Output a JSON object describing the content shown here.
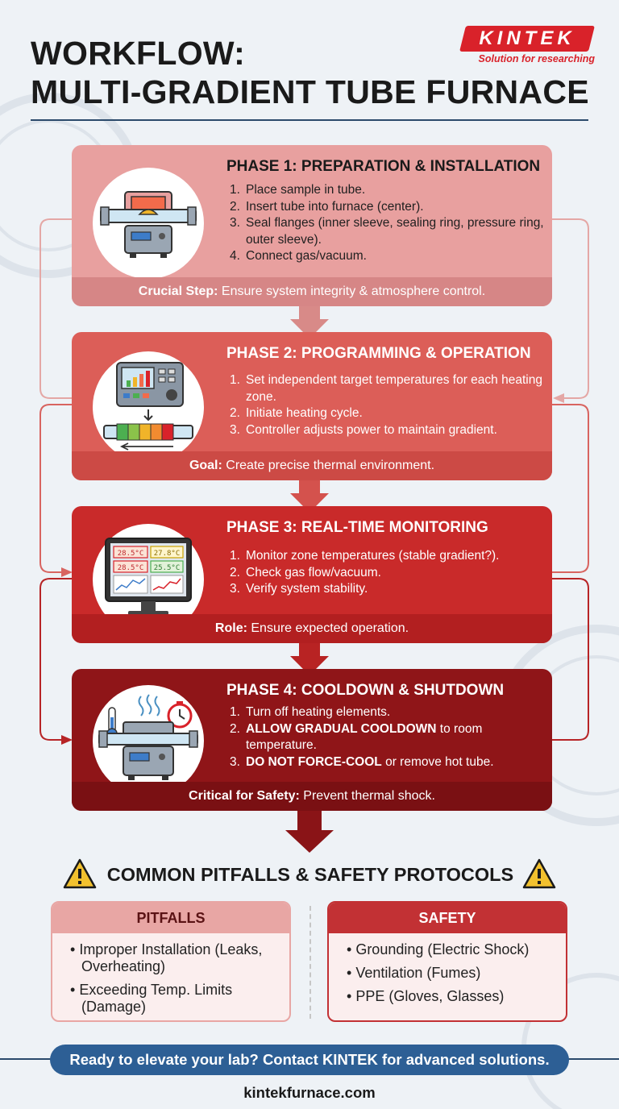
{
  "header": {
    "title_line1": "WORKFLOW:",
    "title_line2": "MULTI-GRADIENT TUBE FURNACE",
    "logo_text": "KINTEK",
    "logo_tagline": "Solution for researching"
  },
  "phases": [
    {
      "title": "PHASE 1: PREPARATION & INSTALLATION",
      "icon": "tube-furnace-sample-icon",
      "steps": [
        {
          "num": "1.",
          "text": "Place sample in tube."
        },
        {
          "num": "2.",
          "text": "Insert tube into furnace (center)."
        },
        {
          "num": "3.",
          "text": "Seal flanges (inner sleeve, sealing ring, pressure ring, outer sleeve)."
        },
        {
          "num": "4.",
          "text": "Connect gas/vacuum."
        }
      ],
      "foot_label": "Crucial Step:",
      "foot_text": " Ensure system integrity & atmosphere control."
    },
    {
      "title": "PHASE 2: PROGRAMMING & OPERATION",
      "icon": "controller-gradient-icon",
      "steps": [
        {
          "num": "1.",
          "text": "Set independent target temperatures for each heating zone."
        },
        {
          "num": "2.",
          "text": "Initiate heating cycle."
        },
        {
          "num": "3.",
          "text": "Controller adjusts power to maintain gradient."
        }
      ],
      "foot_label": "Goal:",
      "foot_text": " Create precise thermal environment."
    },
    {
      "title": "PHASE 3: REAL-TIME MONITORING",
      "icon": "monitor-dashboard-icon",
      "monitor_readings": [
        "28.5°C",
        "27.8°C",
        "28.5°C",
        "25.5°C"
      ],
      "steps": [
        {
          "num": "1.",
          "text": "Monitor zone temperatures (stable gradient?)."
        },
        {
          "num": "2.",
          "text": "Check gas flow/vacuum."
        },
        {
          "num": "3.",
          "text": "Verify system stability."
        }
      ],
      "foot_label": "Role:",
      "foot_text": " Ensure expected operation."
    },
    {
      "title": "PHASE 4: COOLDOWN & SHUTDOWN",
      "icon": "cooldown-furnace-icon",
      "steps": [
        {
          "num": "1.",
          "bold": "",
          "text": "Turn off heating elements."
        },
        {
          "num": "2.",
          "bold": "ALLOW GRADUAL COOLDOWN",
          "text": " to room temperature."
        },
        {
          "num": "3.",
          "bold": "DO NOT FORCE-COOL",
          "text": " or remove hot tube."
        }
      ],
      "foot_label": "Critical for Safety:",
      "foot_text": " Prevent thermal shock."
    }
  ],
  "pitfalls_section": {
    "heading": "COMMON PITFALLS & SAFETY PROTOCOLS",
    "pitfalls": {
      "title": "PITFALLS",
      "items": [
        "Improper Installation (Leaks, Overheating)",
        "Exceeding Temp. Limits (Damage)"
      ]
    },
    "safety": {
      "title": "SAFETY",
      "items": [
        "Grounding (Electric Shock)",
        "Ventilation (Fumes)",
        "PPE (Gloves, Glasses)"
      ]
    }
  },
  "footer": {
    "cta": "Ready to elevate your lab? Contact KINTEK for advanced solutions.",
    "url": "kintekfurnace.com"
  },
  "colors": {
    "phase1": "#e8a09f",
    "phase2": "#dc5e58",
    "phase3": "#c92a2a",
    "phase4": "#8f1518",
    "accent_blue": "#2d5f95",
    "brand_red": "#d9222a"
  }
}
